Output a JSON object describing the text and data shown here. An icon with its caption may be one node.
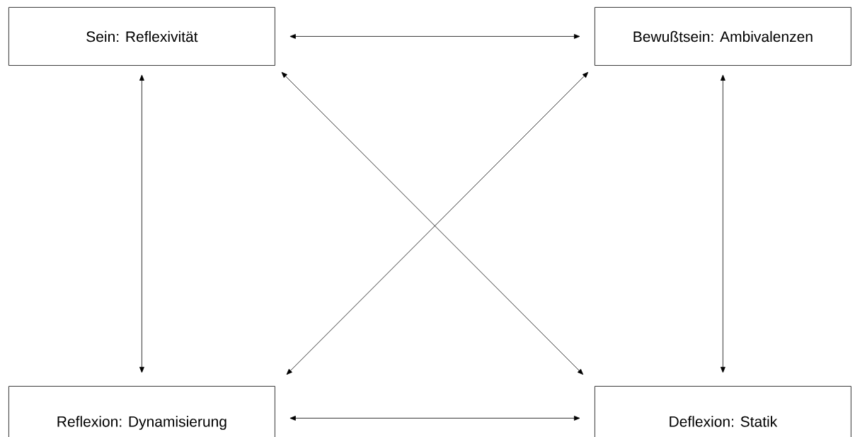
{
  "diagram": {
    "nodes": [
      {
        "text": [
          "Sein: Reflexivität"
        ]
      },
      {
        "text": [
          "Bewußtsein: Ambivalenzen"
        ]
      },
      {
        "text": [
          "Reflexion: Dynamisierung"
        ]
      },
      {
        "text": [
          "Deflexion: Statik"
        ]
      }
    ],
    "edges": [
      {
        "from": 0,
        "to": 1,
        "arrow": "both"
      },
      {
        "from": 0,
        "to": 2,
        "arrow": "both"
      },
      {
        "from": 0,
        "to": 3,
        "arrow": "both"
      },
      {
        "from": 1,
        "to": 2,
        "arrow": "both"
      },
      {
        "from": 1,
        "to": 3,
        "arrow": "both"
      },
      {
        "from": 2,
        "to": 3,
        "arrow": "both"
      }
    ]
  }
}
